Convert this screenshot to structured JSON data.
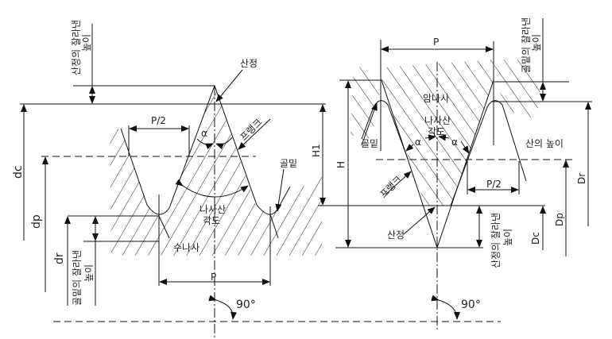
{
  "external_thread": {
    "crest": "산정",
    "crest_truncation": [
      "산정의 잘라낸",
      "높이"
    ],
    "root_truncation": [
      "골밑의 잘라낸",
      "높이"
    ],
    "flank": "프랭크",
    "root": "골밑",
    "thread_angle": [
      "나사산",
      "각도"
    ],
    "alpha": "α",
    "half_pitch": "P/2",
    "pitch": "P",
    "name": "수나사",
    "dc": "dc",
    "dp": "dp",
    "dr": "dr",
    "h1": "H1",
    "right_angle": "90°"
  },
  "internal_thread": {
    "name": "암나사",
    "thread_angle": [
      "나사산",
      "각도"
    ],
    "alpha_left": "α",
    "alpha_right": "α",
    "root": "골밑",
    "thread_height": "산의 높이",
    "flank": "프랭크",
    "crest": "산정",
    "pitch": "P",
    "half_pitch": "P/2",
    "h": "H",
    "root_truncation": [
      "골밑의 잘라낸",
      "높이"
    ],
    "crest_truncation": [
      "산정의 잘라낸",
      "높이"
    ],
    "Dc": "Dc",
    "Dp": "Dp",
    "Dr": "Dr",
    "right_angle": "90°"
  }
}
